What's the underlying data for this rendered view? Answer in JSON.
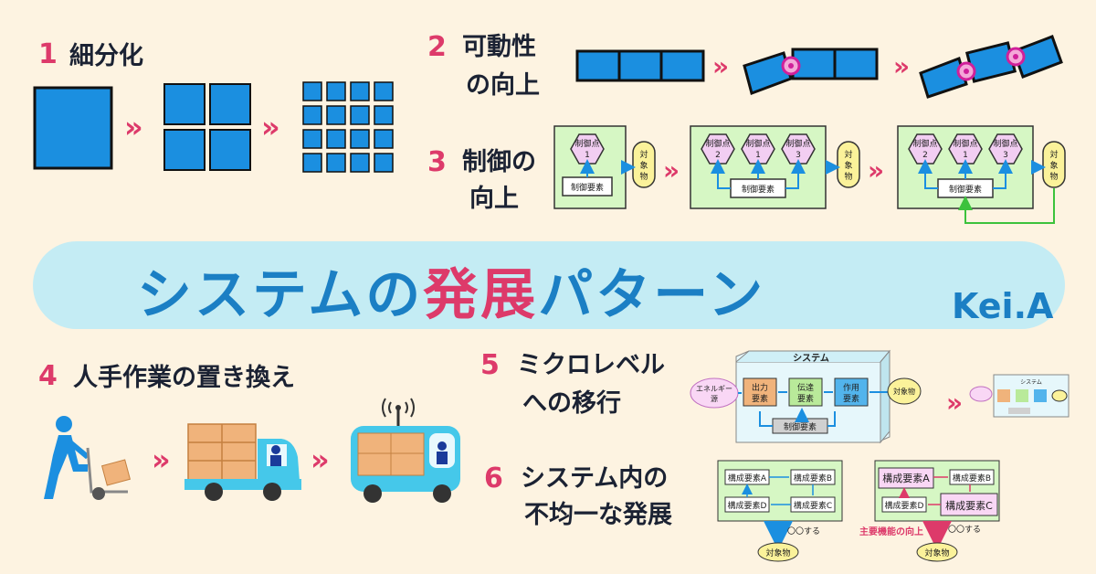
{
  "title": {
    "part1": "システムの",
    "part2": "発展",
    "part3": "パターン"
  },
  "author": "Kei.A",
  "sections": [
    {
      "num": "1",
      "label": "細分化"
    },
    {
      "num": "2",
      "label_line1": "可動性",
      "label_line2": "の向上"
    },
    {
      "num": "3",
      "label_line1": "制御の",
      "label_line2": "向上"
    },
    {
      "num": "4",
      "label": "人手作業の置き換え"
    },
    {
      "num": "5",
      "label_line1": "ミクロレベル",
      "label_line2": "への移行"
    },
    {
      "num": "6",
      "label_line1": "システム内の",
      "label_line2": "不均一な発展"
    }
  ],
  "arrow": "»",
  "control": {
    "control_point": "制御点",
    "p1": "1",
    "p2": "2",
    "p3": "3",
    "element": "制御要素",
    "target_l1": "対",
    "target_l2": "象",
    "target_l3": "物"
  },
  "micro": {
    "system": "システム",
    "energy_l1": "エネルギー",
    "energy_l2": "源",
    "output_l1": "出力",
    "output_l2": "要素",
    "trans_l1": "伝達",
    "trans_l2": "要素",
    "action_l1": "作用",
    "action_l2": "要素",
    "control": "制御要素",
    "target": "対象物"
  },
  "uneven": {
    "a": "構成要素A",
    "b": "構成要素B",
    "c": "構成要素C",
    "d": "構成要素D",
    "action": "〇〇する",
    "target": "対象物",
    "main_func": "主要機能の向上"
  },
  "colors": {
    "blue": "#1b8fe0",
    "pink": "#dd3a6a",
    "green": "#d6f7c4",
    "hex": "#f2cef2",
    "yellow": "#fbf29a",
    "orange": "#f0b37b"
  }
}
